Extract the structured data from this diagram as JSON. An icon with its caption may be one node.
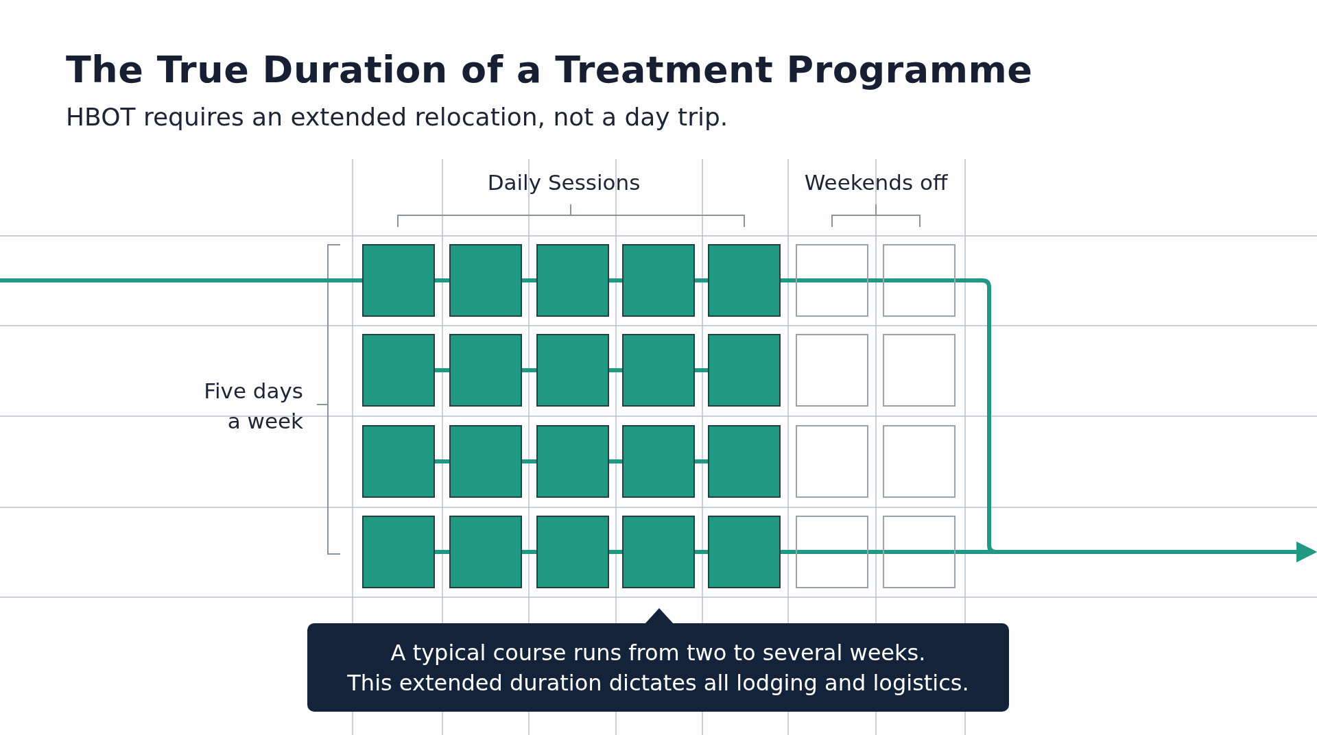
{
  "diagram": {
    "title": "The True Duration of a Treatment Programme",
    "nodes": [
      {
        "text": [],
        "shape": "box"
      },
      {
        "text": [],
        "shape": "box"
      },
      {
        "text": [],
        "shape": "box"
      },
      {
        "text": [],
        "shape": "box"
      },
      {
        "text": [],
        "shape": "box"
      },
      {
        "text": [],
        "shape": "box"
      },
      {
        "text": [],
        "shape": "box"
      },
      {
        "text": [],
        "shape": "box"
      },
      {
        "text": [],
        "shape": "box"
      },
      {
        "text": [],
        "shape": "box"
      },
      {
        "text": [],
        "shape": "box"
      },
      {
        "text": [],
        "shape": "box"
      },
      {
        "text": [],
        "shape": "box"
      },
      {
        "text": [],
        "shape": "box"
      },
      {
        "text": [],
        "shape": "box"
      },
      {
        "text": [],
        "shape": "box"
      },
      {
        "text": [],
        "shape": "box"
      },
      {
        "text": [],
        "shape": "box"
      },
      {
        "text": [],
        "shape": "box"
      },
      {
        "text": [],
        "shape": "box"
      },
      {
        "text": [],
        "shape": "box"
      },
      {
        "text": [],
        "shape": "box"
      },
      {
        "text": [],
        "shape": "box"
      },
      {
        "text": [],
        "shape": "box"
      },
      {
        "text": [],
        "shape": "box"
      },
      {
        "text": [],
        "shape": "box"
      },
      {
        "text": [],
        "shape": "box"
      },
      {
        "text": [],
        "shape": "box"
      },
      {
        "text": [
          "A typical course runs from two to several weeks.",
          "This extended duration dictates all lodging and logistics."
        ]
      }
    ],
    "edges": [
      {
        "from": null,
        "to": 0,
        "arrow": "none"
      },
      {
        "from": 0,
        "to": 1,
        "arrow": "none"
      },
      {
        "from": 1,
        "to": 2,
        "arrow": "none"
      },
      {
        "from": 2,
        "to": 3,
        "arrow": "none"
      },
      {
        "from": 3,
        "to": 4,
        "arrow": "none"
      },
      {
        "from": 7,
        "to": 8,
        "arrow": "none"
      },
      {
        "from": 8,
        "to": 9,
        "arrow": "none"
      },
      {
        "from": 9,
        "to": 10,
        "arrow": "none"
      },
      {
        "from": 10,
        "to": 11,
        "arrow": "none"
      },
      {
        "from": 14,
        "to": 15,
        "arrow": "none"
      },
      {
        "from": 15,
        "to": 16,
        "arrow": "none"
      },
      {
        "from": 16,
        "to": 17,
        "arrow": "none"
      },
      {
        "from": 17,
        "to": 18,
        "arrow": "none"
      },
      {
        "from": 21,
        "to": 22,
        "arrow": "none"
      },
      {
        "from": 22,
        "to": 23,
        "arrow": "none"
      },
      {
        "from": 23,
        "to": 24,
        "arrow": "none"
      },
      {
        "from": 24,
        "to": 25,
        "arrow": "none"
      },
      {
        "from": 4,
        "to": null,
        "arrow": "to"
      },
      {
        "from": 25,
        "to": null,
        "arrow": "to"
      }
    ],
    "labels": [
      "HBOT requires an extended relocation, not a day trip.",
      "Daily Sessions",
      "Weekends off",
      "Five days a week"
    ]
  }
}
